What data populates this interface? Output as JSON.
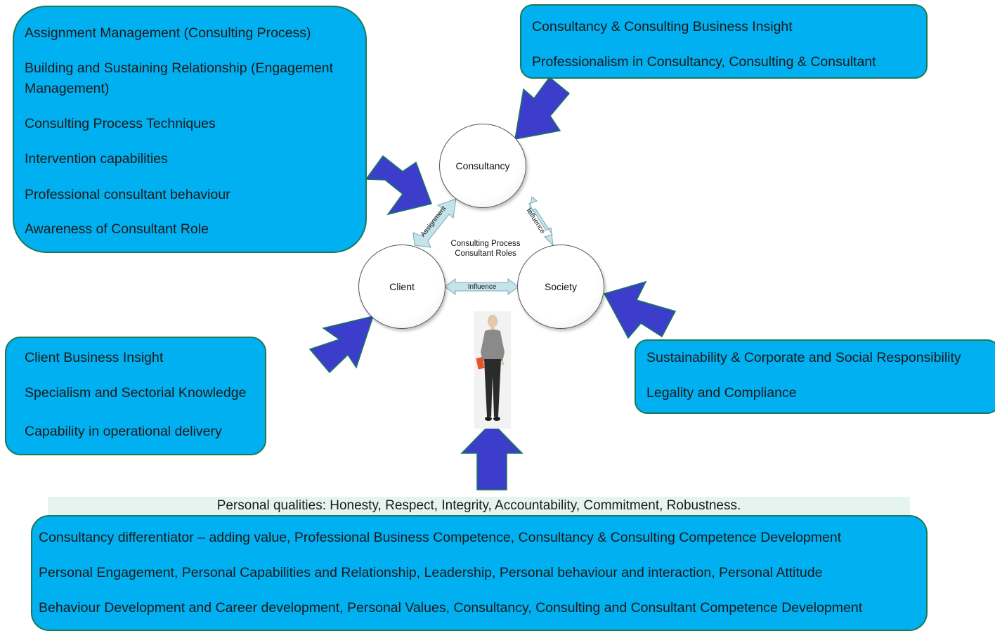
{
  "boxes": {
    "left_top": [
      "Assignment Management (Consulting Process)",
      "Building and Sustaining Relationship (Engagement",
      "Management)",
      "Consulting Process Techniques",
      "Intervention capabilities",
      "Professional consultant behaviour",
      "Awareness of Consultant Role"
    ],
    "right_top": [
      "Consultancy & Consulting Business Insight",
      "Professionalism in Consultancy, Consulting & Consultant"
    ],
    "left_bottom": [
      "Client Business Insight",
      "Specialism and Sectorial Knowledge",
      "Capability in operational delivery"
    ],
    "right_bottom": [
      "Sustainability & Corporate and Social Responsibility",
      "Legality and Compliance"
    ],
    "bottom": [
      "Consultancy differentiator – adding value, Professional Business Competence, Consultancy & Consulting Competence Development",
      "Personal Engagement, Personal Capabilities and Relationship, Leadership, Personal behaviour and interaction, Personal Attitude",
      "Behaviour Development and Career development, Personal Values, Consultancy, Consulting and Consultant Competence Development"
    ]
  },
  "personal_qualities": "Personal qualities: Honesty, Respect, Integrity, Accountability, Commitment,  Robustness.",
  "nodes": {
    "consultancy": "Consultancy",
    "client": "Client",
    "society": "Society"
  },
  "center_label": [
    "Consulting Process",
    "Consultant Roles"
  ],
  "connectors": {
    "assignment": "Assignment",
    "influence_right": "Influence",
    "influence_bottom": "Influence"
  },
  "colors": {
    "box_fill": "#00b0f0",
    "box_border": "#1a7a5a",
    "big_arrow_fill": "#3d3dcc",
    "big_arrow_border": "#1a7a5a",
    "connector_fill": "#c5e3ea",
    "qualities_strip": "#e6f4ef"
  }
}
